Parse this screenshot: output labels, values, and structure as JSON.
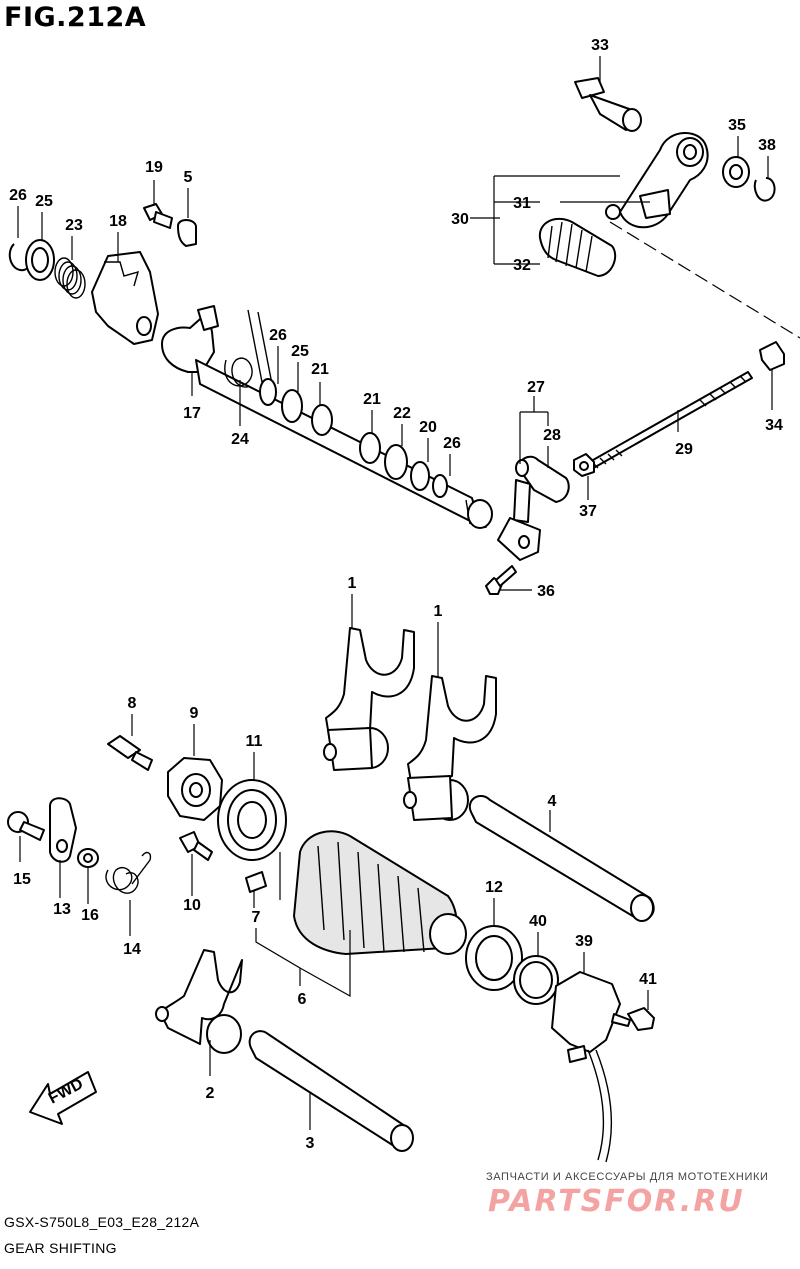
{
  "figure": {
    "title": "FIG.212A",
    "model_code": "GSX-S750L8_E03_E28_212A",
    "name": "GEAR SHIFTING"
  },
  "fwd_label": "FWD",
  "callouts": [
    "33",
    "35",
    "38",
    "30",
    "31",
    "32",
    "26",
    "25",
    "23",
    "18",
    "19",
    "5",
    "17",
    "24",
    "26",
    "25",
    "21",
    "21",
    "22",
    "20",
    "26",
    "27",
    "28",
    "29",
    "34",
    "37",
    "36",
    "1",
    "1",
    "8",
    "9",
    "11",
    "4",
    "15",
    "13",
    "16",
    "14",
    "10",
    "7",
    "6",
    "12",
    "40",
    "39",
    "41",
    "2",
    "3"
  ],
  "watermark": {
    "tagline": "ЗАПЧАСТИ И АКСЕССУАРЫ ДЛЯ МОТОТЕХНИКИ",
    "logo": "PARTSFOR.RU"
  }
}
